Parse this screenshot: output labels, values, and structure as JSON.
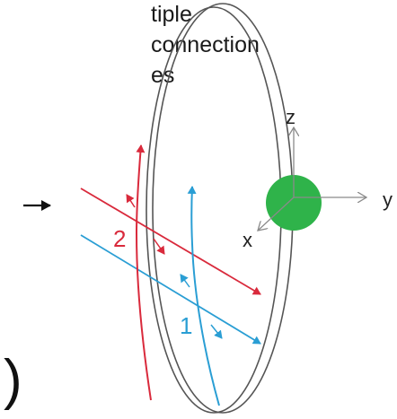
{
  "caption_lines": [
    "tiple",
    "connection",
    "es"
  ],
  "axes": {
    "x": "x",
    "y": "y",
    "z": "z"
  },
  "crossings": [
    "2",
    "1"
  ],
  "bracket": ")",
  "colors": {
    "red": "#d92a3c",
    "blue": "#2a9ed4",
    "ring": "#555555",
    "ball": "#2fb34a",
    "axis": "#8a8a8a"
  }
}
